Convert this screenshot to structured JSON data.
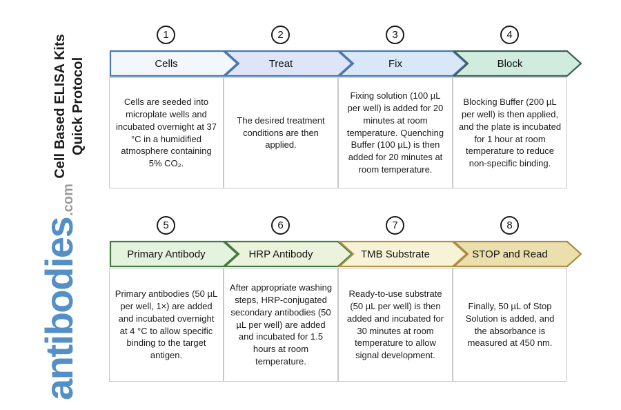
{
  "sidebar": {
    "title_line1": "Cell Based ELISA Kits",
    "title_line2": "Quick Protocol",
    "logo_text": "antibodies",
    "logo_suffix": ".com",
    "logo_color": "#548fc5",
    "logo_suffix_color": "#9a9a9a"
  },
  "steps": [
    {
      "number": "1",
      "label": "Cells",
      "description": "Cells are seeded into microplate wells and incubated overnight at 37 °C in a humidified atmosphere containing 5% CO₂.",
      "fill": "#f1f7fc",
      "border": "#4b77ab"
    },
    {
      "number": "2",
      "label": "Treat",
      "description": "The desired treatment conditions are then applied.",
      "fill": "#dfe5f8",
      "border": "#4b77ab"
    },
    {
      "number": "3",
      "label": "Fix",
      "description": "Fixing solution (100 µL per well) is added for 20 minutes at room temperature. Quenching Buffer (100 µL) is then added for 20 minutes at room temperature.",
      "fill": "#d9e8f8",
      "border": "#4b77ab"
    },
    {
      "number": "4",
      "label": "Block",
      "description": "Blocking Buffer (200 µL per well) is then applied, and the plate is incubated for 1 hour at room temperature to reduce non-specific binding.",
      "fill": "#d0ecdf",
      "border": "#3c5f56"
    },
    {
      "number": "5",
      "label": "Primary Antibody",
      "description": "Primary antibodies (50 µL per well, 1×) are added and incubated overnight at 4 °C to allow specific binding to the target antigen.",
      "fill": "#e4f3de",
      "border": "#41793f"
    },
    {
      "number": "6",
      "label": "HRP Antibody",
      "description": "After appropriate washing steps, HRP-conjugated secondary antibodies (50 µL per well) are added and incubated for 1.5 hours at room temperature.",
      "fill": "#ebf3dc",
      "border": "#41793f"
    },
    {
      "number": "7",
      "label": "TMB Substrate",
      "description": "Ready-to-use substrate (50 µL per well) is then added and incubated for 30 minutes at room temperature to allow signal development.",
      "fill": "#f8f3d6",
      "border": "#b29344"
    },
    {
      "number": "8",
      "label": "STOP and Read",
      "description": "Finally, 50 µL of Stop Solution is added, and the absorbance is measured at 450 nm.",
      "fill": "#ecdfae",
      "border": "#a98c42"
    }
  ]
}
